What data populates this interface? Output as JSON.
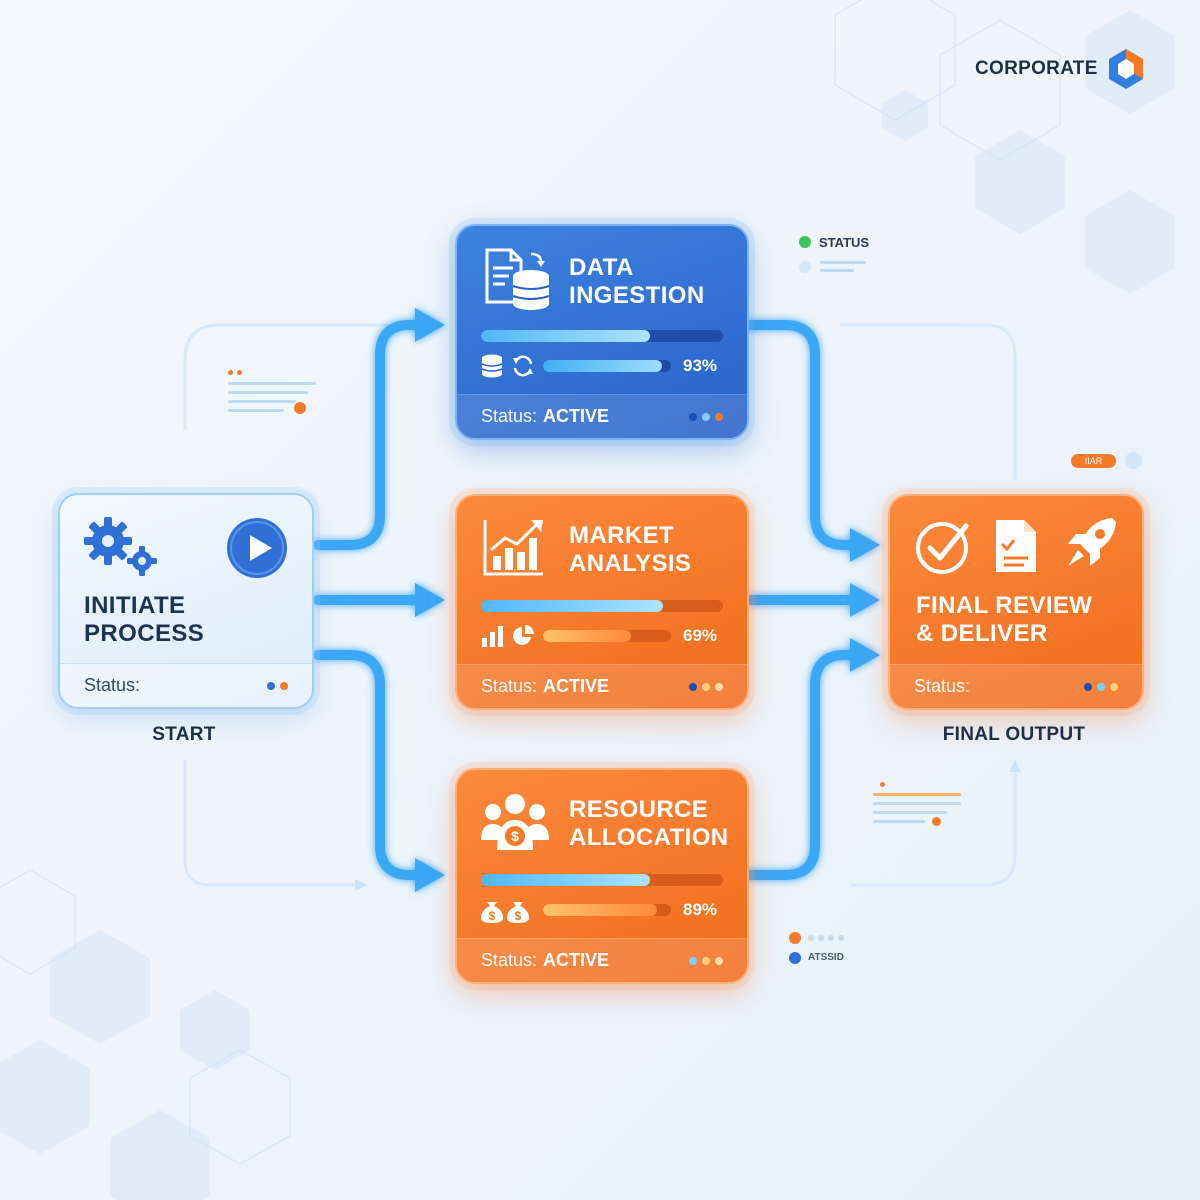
{
  "brand": {
    "name": "CORPORATE",
    "accent": "#2f7fe0"
  },
  "colors": {
    "blue": "#2f6fd6",
    "orange": "#f47a2a",
    "light": "#e8f2fc",
    "connector": "#3aa7f5"
  },
  "start": {
    "title": "INITIATE\nPROCESS",
    "status_label": "Status:",
    "caption": "START",
    "icons": [
      "gears-icon",
      "play-icon"
    ]
  },
  "stages": [
    {
      "title": "DATA\nINGESTION",
      "icon": "document-database-icon",
      "progress_main": 0.7,
      "progress_secondary": 0.93,
      "percent_label": "93%",
      "status_label": "Status:",
      "status_value": "ACTIVE",
      "secondary_icons": [
        "database-icon",
        "sync-icon"
      ]
    },
    {
      "title": "MARKET\nANALYSIS",
      "icon": "growth-chart-icon",
      "progress_main": 0.75,
      "progress_secondary": 0.69,
      "percent_label": "69%",
      "status_label": "Status:",
      "status_value": "ACTIVE",
      "secondary_icons": [
        "bar-chart-icon",
        "pie-chart-icon"
      ]
    },
    {
      "title": "RESOURCE\nALLOCATION",
      "icon": "team-money-icon",
      "progress_main": 0.7,
      "progress_secondary": 0.89,
      "percent_label": "89%",
      "status_label": "Status:",
      "status_value": "ACTIVE",
      "secondary_icons": [
        "money-bags-icon"
      ]
    }
  ],
  "final": {
    "title": "FINAL REVIEW\n& DELIVER",
    "status_label": "Status:",
    "caption": "FINAL OUTPUT",
    "icons": [
      "check-circle-icon",
      "checklist-icon",
      "rocket-icon"
    ]
  },
  "legend_top": {
    "label": "STATUS"
  },
  "legend_bottom": {
    "label": "ATSSID"
  },
  "small_tag": {
    "label": "IIAR"
  }
}
